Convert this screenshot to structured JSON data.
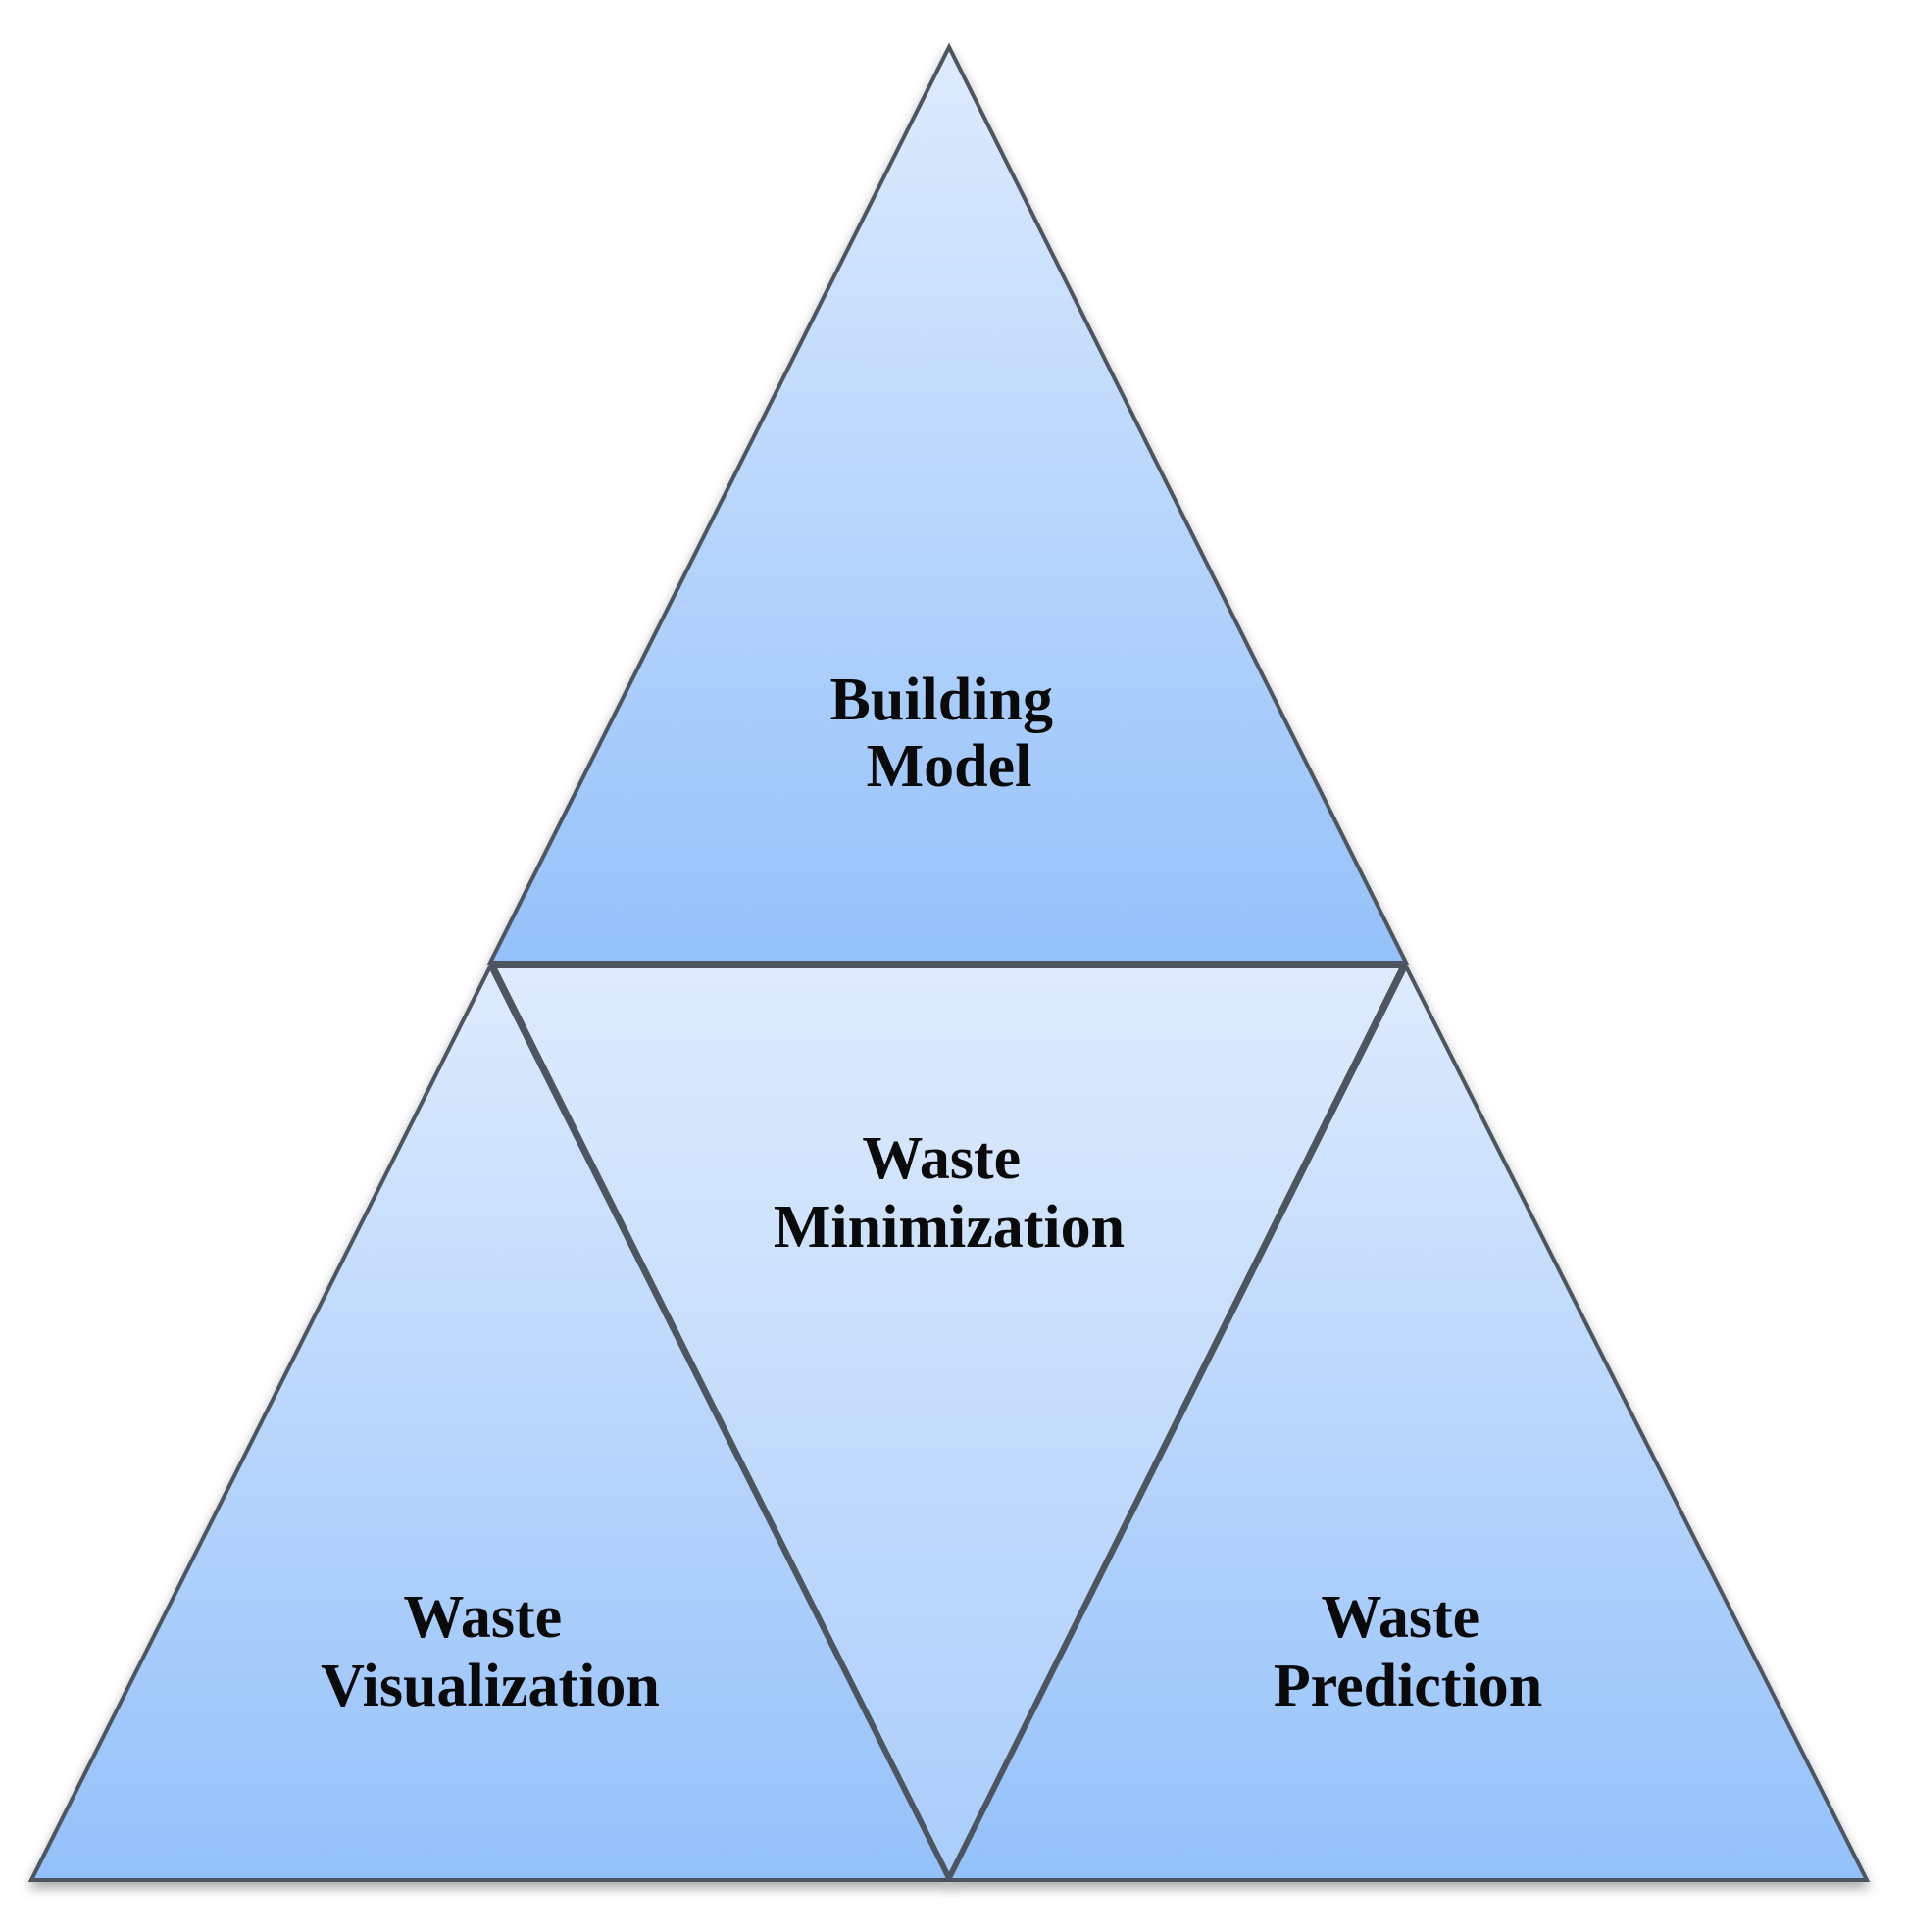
{
  "colors": {
    "fill_top": "#deebfd",
    "fill_bottom": "#94c1fa",
    "stroke": "#4d5560",
    "text": "#0a0a0a",
    "background": "#ffffff"
  },
  "diagram": {
    "top": {
      "line1": "Building",
      "line2": "Model"
    },
    "center": {
      "line1": "Waste",
      "line2": "Minimization"
    },
    "bottom_left": {
      "line1": "Waste",
      "line2": "Visualization"
    },
    "bottom_right": {
      "line1": "Waste",
      "line2": "Prediction"
    }
  }
}
